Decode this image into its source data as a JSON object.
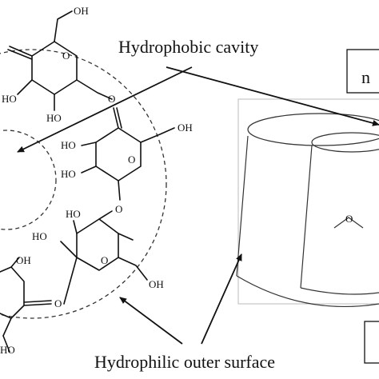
{
  "labels": {
    "cavity": "Hydrophobic cavity",
    "outer_surface": "Hydrophilic outer surface",
    "box_top_fragment": "n"
  },
  "atoms": {
    "oh": "OH",
    "ho": "HO",
    "o": "O"
  }
}
